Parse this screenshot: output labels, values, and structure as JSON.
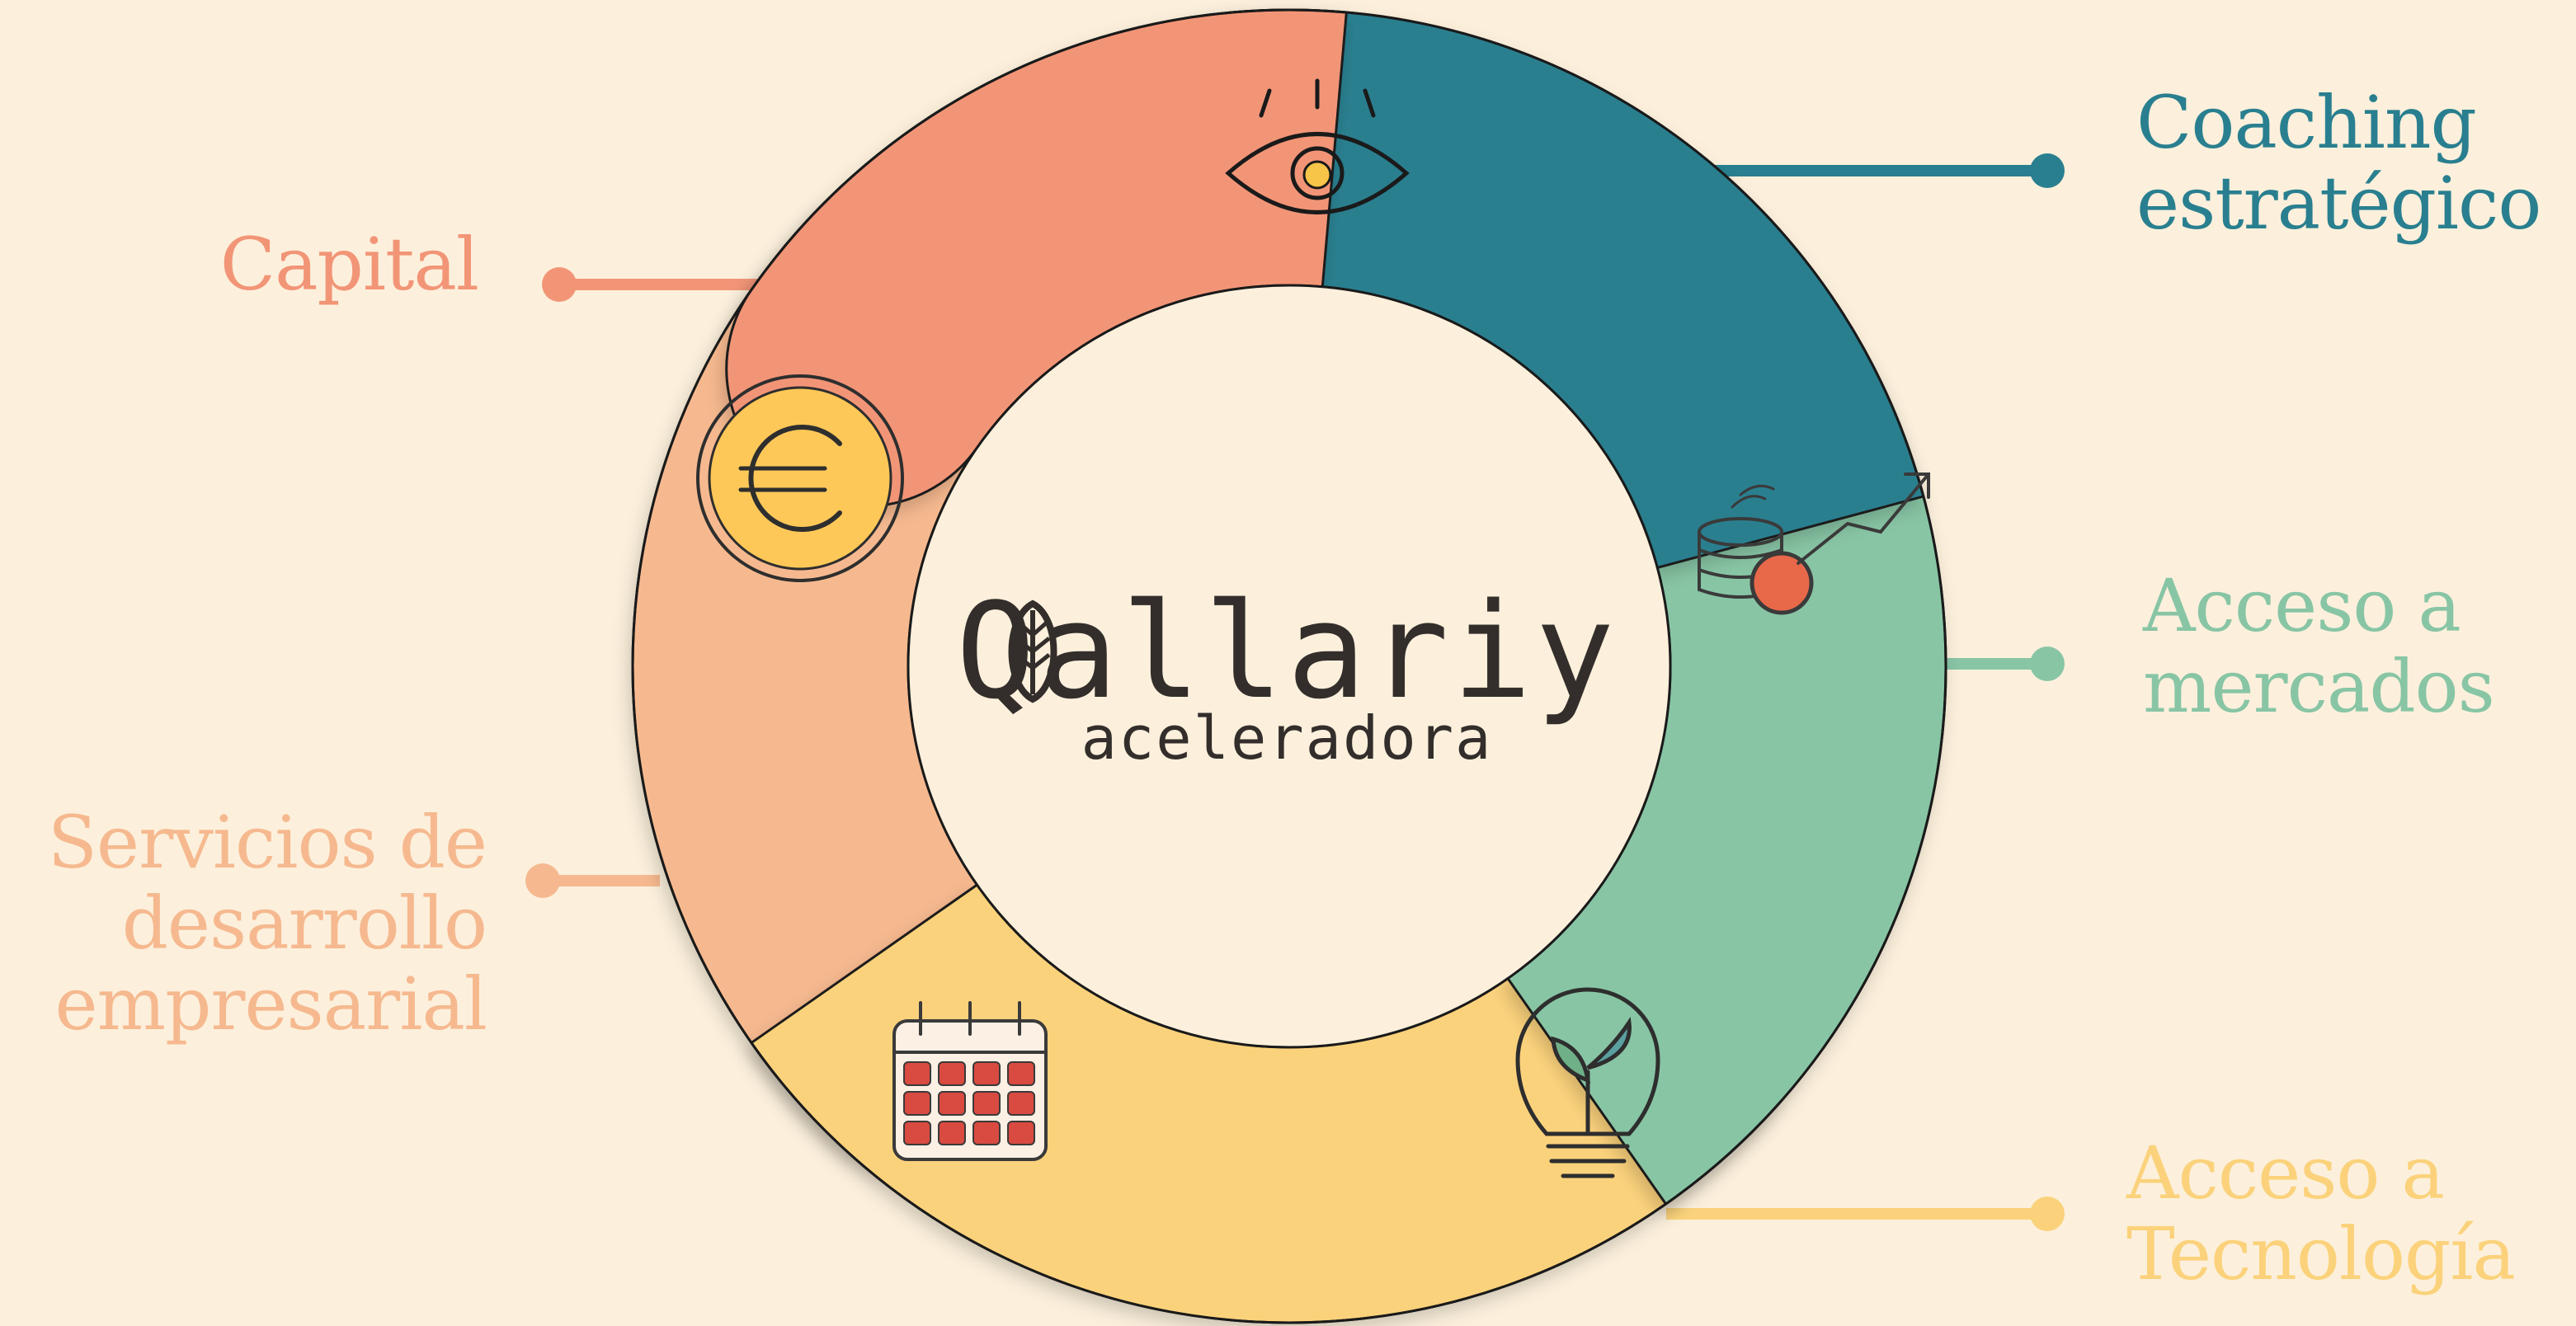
{
  "brand": {
    "name": "Qallariy",
    "subtitle": "aceleradora"
  },
  "segments": [
    {
      "id": "coaching",
      "lines": [
        "Coaching",
        "estratégico"
      ],
      "color": "#297f8f",
      "icon": "eye-icon"
    },
    {
      "id": "mercados",
      "lines": [
        "Acceso a",
        "mercados"
      ],
      "color": "#88c5a5",
      "icon": "coins-growth-icon"
    },
    {
      "id": "tecnologia",
      "lines": [
        "Acceso a",
        "Tecnología"
      ],
      "color": "#fbd27b",
      "icon": "lightbulb-plant-icon"
    },
    {
      "id": "servicios",
      "lines": [
        "Servicios de",
        "desarrollo",
        "empresarial"
      ],
      "color": "#f6b98f",
      "icon": "calendar-icon"
    },
    {
      "id": "capital",
      "lines": [
        "Capital"
      ],
      "color": "#f29577",
      "icon": "euro-coin-icon"
    }
  ],
  "colors": {
    "background": "#fcf0dc",
    "outline": "#1a1a1a"
  }
}
